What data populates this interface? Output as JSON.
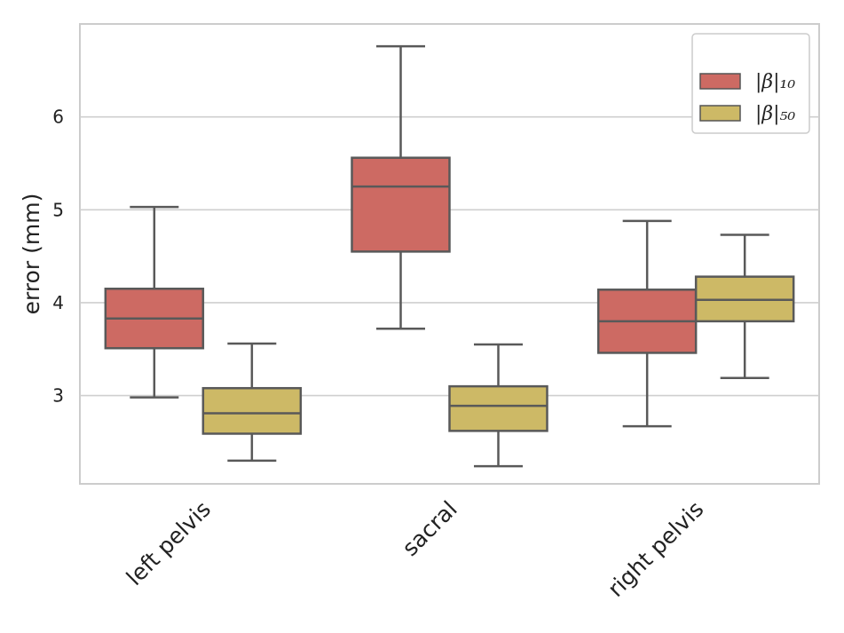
{
  "chart_data": {
    "type": "box",
    "categories": [
      "left pelvis",
      "sacral",
      "right pelvis"
    ],
    "ylabel": "error (mm)",
    "xlabel": "",
    "ylim": [
      2.05,
      7.0
    ],
    "yticks": [
      3,
      4,
      5,
      6
    ],
    "grid": "horizontal",
    "legend_position": "top-right",
    "series": [
      {
        "name": "|β|₁₀",
        "color": "#cd6a63",
        "boxes": [
          {
            "whislo": 2.98,
            "q1": 3.51,
            "med": 3.83,
            "q3": 4.15,
            "whishi": 5.03
          },
          {
            "whislo": 3.72,
            "q1": 4.55,
            "med": 5.25,
            "q3": 5.56,
            "whishi": 6.76
          },
          {
            "whislo": 2.67,
            "q1": 3.46,
            "med": 3.8,
            "q3": 4.14,
            "whishi": 4.88
          }
        ]
      },
      {
        "name": "|β|₅₀",
        "color": "#cdb966",
        "boxes": [
          {
            "whislo": 2.3,
            "q1": 2.59,
            "med": 2.81,
            "q3": 3.08,
            "whishi": 3.56
          },
          {
            "whislo": 2.24,
            "q1": 2.62,
            "med": 2.89,
            "q3": 3.1,
            "whishi": 3.55
          },
          {
            "whislo": 3.19,
            "q1": 3.8,
            "med": 4.03,
            "q3": 4.28,
            "whishi": 4.73
          }
        ]
      }
    ]
  }
}
